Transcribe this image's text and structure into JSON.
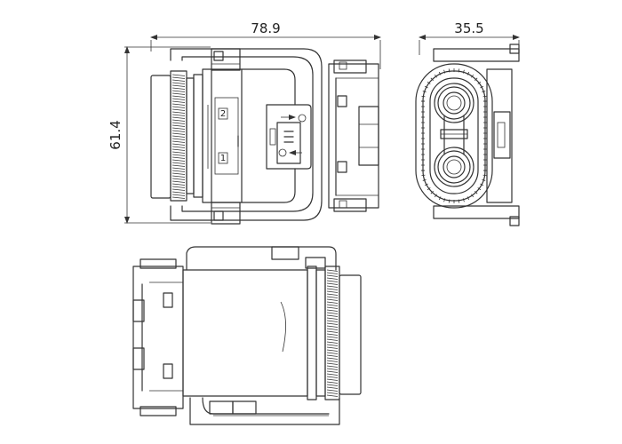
{
  "dimensions": {
    "width": "78.9",
    "height": "61.4",
    "depth": "35.5"
  },
  "front_view": {
    "pin_labels": [
      "2",
      "1"
    ],
    "pin_separator": "—"
  },
  "colors": {
    "stroke": "#333333",
    "background": "#ffffff"
  }
}
